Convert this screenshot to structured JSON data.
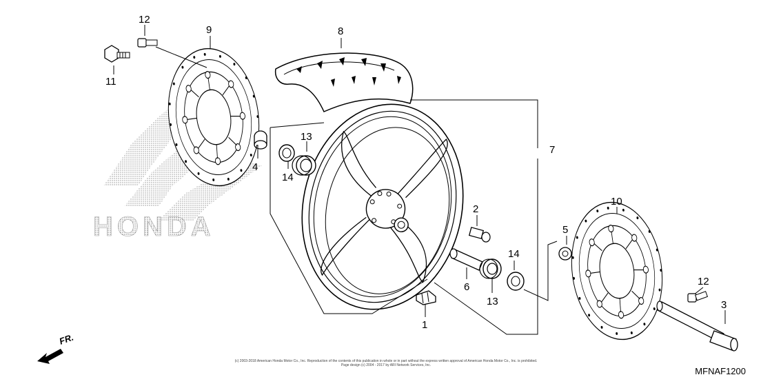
{
  "diagram_code": "MFNAF1200",
  "direction_label": "FR.",
  "watermark_text": "HONDA",
  "copyright_lines": [
    "(c) 2003-2018 American Honda Motor Co., Inc. Reproduction of the contents of this publication in whole or in part without the express written approval of American Honda Motor Co., Inc. is prohibited.",
    "Page design (c) 2004 - 2017 by ARI Network Services, Inc."
  ],
  "callouts": {
    "c1": "1",
    "c2": "2",
    "c3": "3",
    "c4": "4",
    "c5": "5",
    "c6": "6",
    "c7": "7",
    "c8": "8",
    "c9": "9",
    "c10": "10",
    "c11": "11",
    "c12a": "12",
    "c12b": "12",
    "c13a": "13",
    "c13b": "13",
    "c14a": "14",
    "c14b": "14"
  }
}
